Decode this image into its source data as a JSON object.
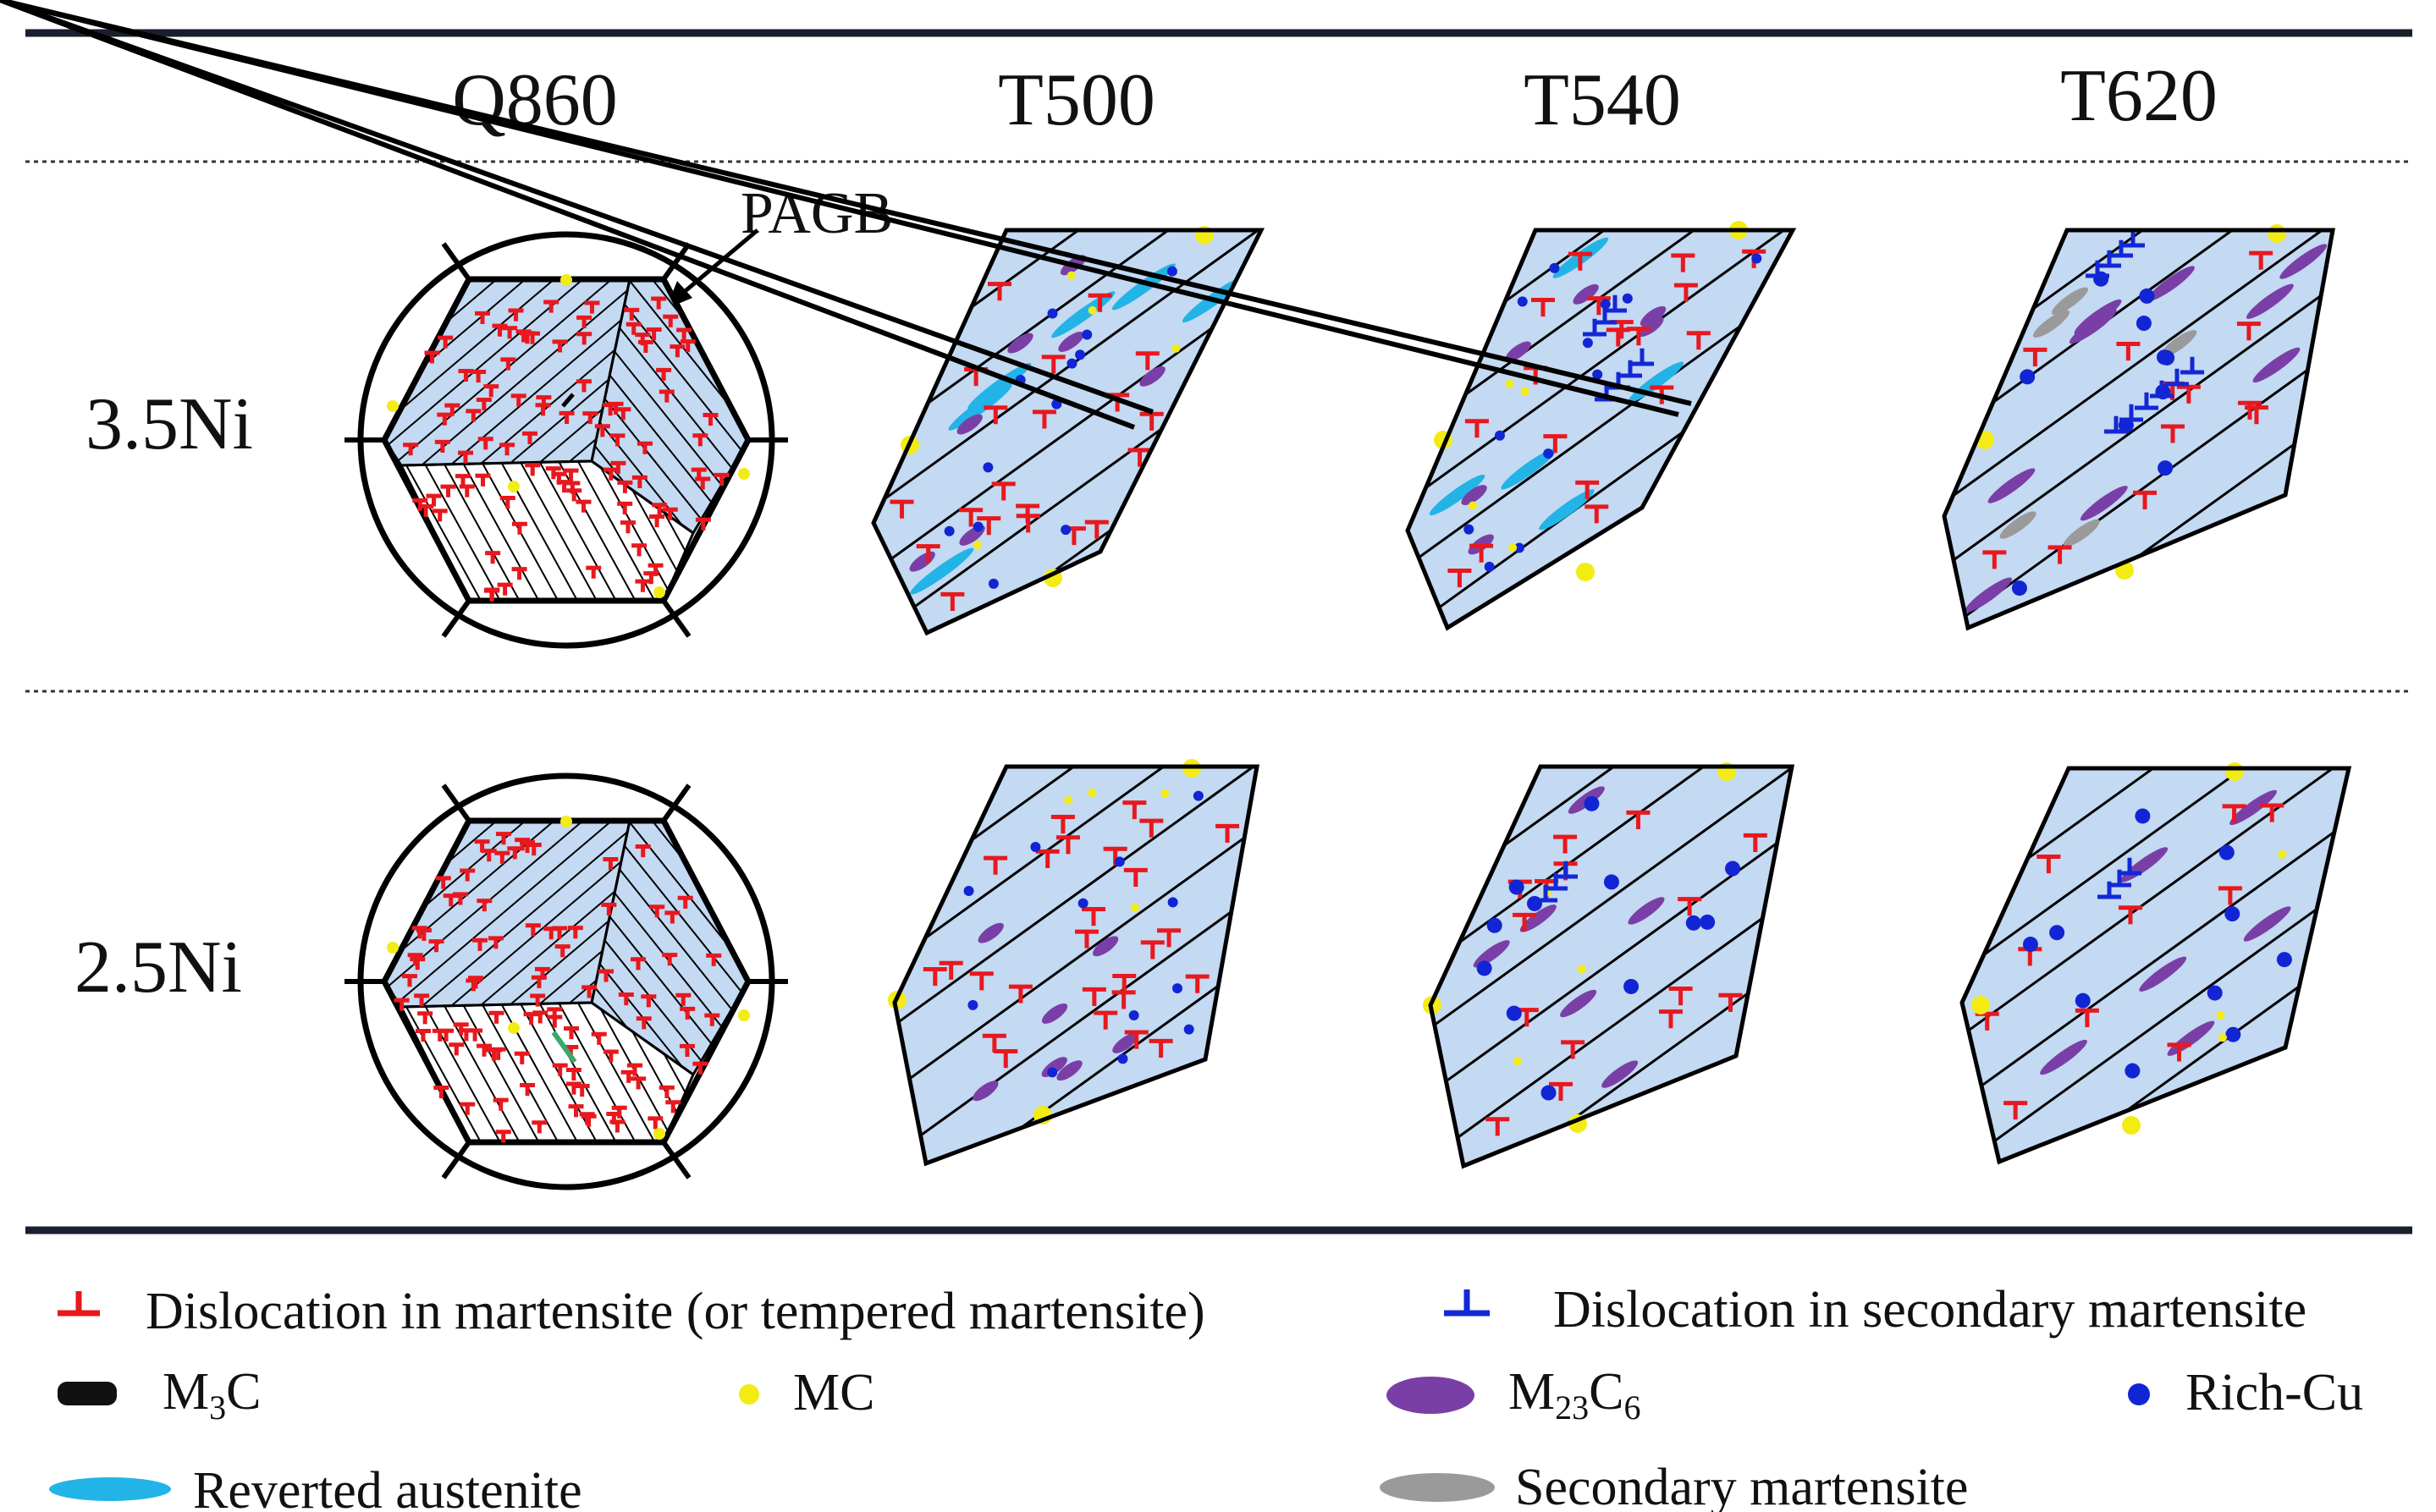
{
  "columns": [
    "Q860",
    "T500",
    "T540",
    "T620"
  ],
  "rows": [
    "3.5Ni",
    "2.5Ni"
  ],
  "annotation": "PAGB",
  "colors": {
    "background": "#ffffff",
    "grain_fill": "#c4d9f2",
    "line": "#000000",
    "dislocation_martensite": "#e8181e",
    "dislocation_secondary": "#1228d6",
    "m3c": "#111111",
    "mc": "#f2ec14",
    "m23c6": "#7a3fa6",
    "rich_cu": "#1225d4",
    "reverted_austenite": "#22b4e6",
    "secondary_martensite": "#9a9a9a",
    "green_particle": "#3aa86a"
  },
  "legend": [
    {
      "key": "dislocation_martensite",
      "icon": "red-dislocation-symbol-icon",
      "label": "Dislocation in martensite (or tempered martensite)"
    },
    {
      "key": "dislocation_secondary",
      "icon": "blue-dislocation-symbol-icon",
      "label": "Dislocation in secondary martensite"
    },
    {
      "key": "m3c",
      "icon": "black-bar-icon",
      "label_main": "M",
      "sub1": "3",
      "label_tail": "C"
    },
    {
      "key": "mc",
      "icon": "yellow-dot-icon",
      "label": "MC"
    },
    {
      "key": "m23c6",
      "icon": "purple-ellipse-icon",
      "label_main": "M",
      "sub1": "23",
      "label_mid": "C",
      "sub2": "6"
    },
    {
      "key": "rich_cu",
      "icon": "blue-dot-icon",
      "label": "Rich-Cu"
    },
    {
      "key": "reverted_austenite",
      "icon": "cyan-ellipse-icon",
      "label": "Reverted austenite"
    },
    {
      "key": "secondary_martensite",
      "icon": "gray-ellipse-icon",
      "label": "Secondary martensite"
    }
  ]
}
